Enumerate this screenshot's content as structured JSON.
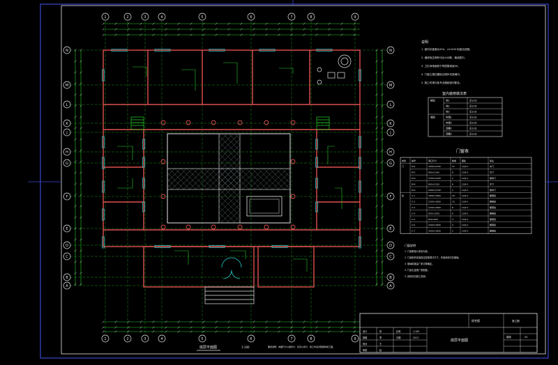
{
  "drawing": {
    "title": "底层平面图",
    "scale": "1:100",
    "bottom_note": "图纸说明：本图尺寸以毫米计，标高以米计，施工时请对照结构施工图。",
    "column_axes_top": [
      "1",
      "2",
      "3",
      "4",
      "5",
      "6",
      "7",
      "8",
      "9"
    ],
    "column_axes_bottom": [
      "1",
      "2",
      "3",
      "4",
      "5",
      "6",
      "7",
      "8",
      "9"
    ],
    "row_axes_left": [
      "N",
      "M",
      "L",
      "K",
      "J",
      "H",
      "G",
      "F",
      "E",
      "D",
      "C",
      "B",
      "A"
    ],
    "row_axes_right": [
      "N",
      "M",
      "L",
      "K",
      "J",
      "H",
      "G",
      "F",
      "E",
      "D",
      "C",
      "B",
      "A"
    ]
  },
  "notes": {
    "heading": "说明",
    "lines": [
      "1. 室内外高差为450，±0.000 标高见总图。",
      "2. 墙体除注明外均为240厚，轴线居中。",
      "3. 卫生间地面低于同层楼地面30。",
      "4. 门窗立樘位置除注明外均居墙中。",
      "5. 施工时请与各专业图纸密切配合。"
    ]
  },
  "room_table": {
    "title": "室内装修做法表",
    "rows": [
      [
        "楼面",
        "地1",
        "见12J1"
      ],
      [
        "",
        "地2",
        "见12J1"
      ],
      [
        "",
        "地3",
        "见12J1"
      ],
      [
        "墙面",
        "内墙1",
        "见12J1"
      ],
      [
        "",
        "内墙2",
        "见12J1"
      ],
      [
        "",
        "顶棚1",
        "见12J1"
      ],
      [
        "",
        "顶棚2",
        "见12J1"
      ]
    ]
  },
  "door_window_table": {
    "title": "门窗表",
    "headers": [
      "类别",
      "编号",
      "洞口尺寸",
      "数量",
      "图集",
      "备注"
    ],
    "rows": [
      [
        "门",
        "M-1",
        "1000×2100",
        "12",
        "12J4-1",
        "木门"
      ],
      [
        "",
        "M-2",
        "900×2100",
        "8",
        "12J4-1",
        "木门"
      ],
      [
        "",
        "M-3",
        "1500×2400",
        "2",
        "12J4-1",
        "玻璃门"
      ],
      [
        "",
        "M-4",
        "800×2100",
        "6",
        "12J4-1",
        "木门"
      ],
      [
        "",
        "M-5",
        "1800×2700",
        "1",
        "12J4-1",
        "玻璃门"
      ],
      [
        "窗",
        "C-1",
        "1800×1800",
        "16",
        "12J4-1",
        "塑钢窗"
      ],
      [
        "",
        "C-2",
        "1500×1800",
        "10",
        "12J4-1",
        "塑钢窗"
      ],
      [
        "",
        "C-3",
        "1200×1800",
        "8",
        "12J4-1",
        "塑钢窗"
      ],
      [
        "",
        "C-4",
        "900×1500",
        "6",
        "12J4-1",
        "塑钢窗"
      ],
      [
        "",
        "C-5",
        "600×900",
        "4",
        "12J4-1",
        "塑钢窗"
      ],
      [
        "",
        "C-6",
        "2400×1800",
        "4",
        "12J4-1",
        "塑钢窗"
      ],
      [
        "",
        "C-7",
        "3000×1800",
        "2",
        "12J4-1",
        "塑钢窗"
      ]
    ]
  },
  "general_notes": {
    "heading": "门窗说明",
    "lines": [
      "1. 门窗数量以实际为准。",
      "2. 门窗制作安装前应复核洞口尺寸，外窗采用中空玻璃。",
      "3. 玻璃厚度由厂家计算确定。",
      "4. 门窗五金按厂家配套。",
      "5. 其他详见施工说明。"
    ]
  },
  "title_block": {
    "project": "综合楼",
    "drawing_name": "底层平面图",
    "stage": "施工图",
    "sheet": "建施",
    "number": "03",
    "labels": [
      "设计",
      "制图",
      "校对",
      "审核",
      "比例",
      "日期"
    ],
    "values": [
      "张",
      "李",
      "王",
      "赵",
      "1:100",
      "2013"
    ]
  }
}
